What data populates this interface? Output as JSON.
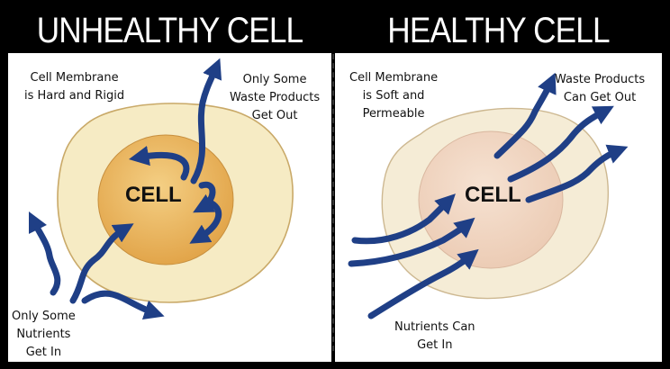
{
  "unhealthy": {
    "title": "UNHEALTHY CELL",
    "cell_label": "CELL",
    "membrane_label_line1": "Cell Membrane",
    "membrane_label_line2": "is Hard and Rigid",
    "waste_label_line1": "Only Some",
    "waste_label_line2": "Waste Products",
    "waste_label_line3": "Get Out",
    "nutrients_label_line1": "Only Some",
    "nutrients_label_line2": "Nutrients",
    "nutrients_label_line3": "Get In"
  },
  "healthy": {
    "title": "HEALTHY CELL",
    "cell_label": "CELL",
    "membrane_label_line1": "Cell Membrane",
    "membrane_label_line2": "is Soft and",
    "membrane_label_line3": "Permeable",
    "waste_label_line1": "Waste Products",
    "waste_label_line2": "Can Get Out",
    "nutrients_label_line1": "Nutrients Can",
    "nutrients_label_line2": "Get In"
  },
  "colors": {
    "unhealthy_membrane": "#f6ebc4",
    "unhealthy_nucleus": "#eab55c",
    "healthy_membrane": "#f5ecd6",
    "healthy_nucleus": "#f1d7c2",
    "arrow": "#1f3f86",
    "frame": "#000000"
  }
}
